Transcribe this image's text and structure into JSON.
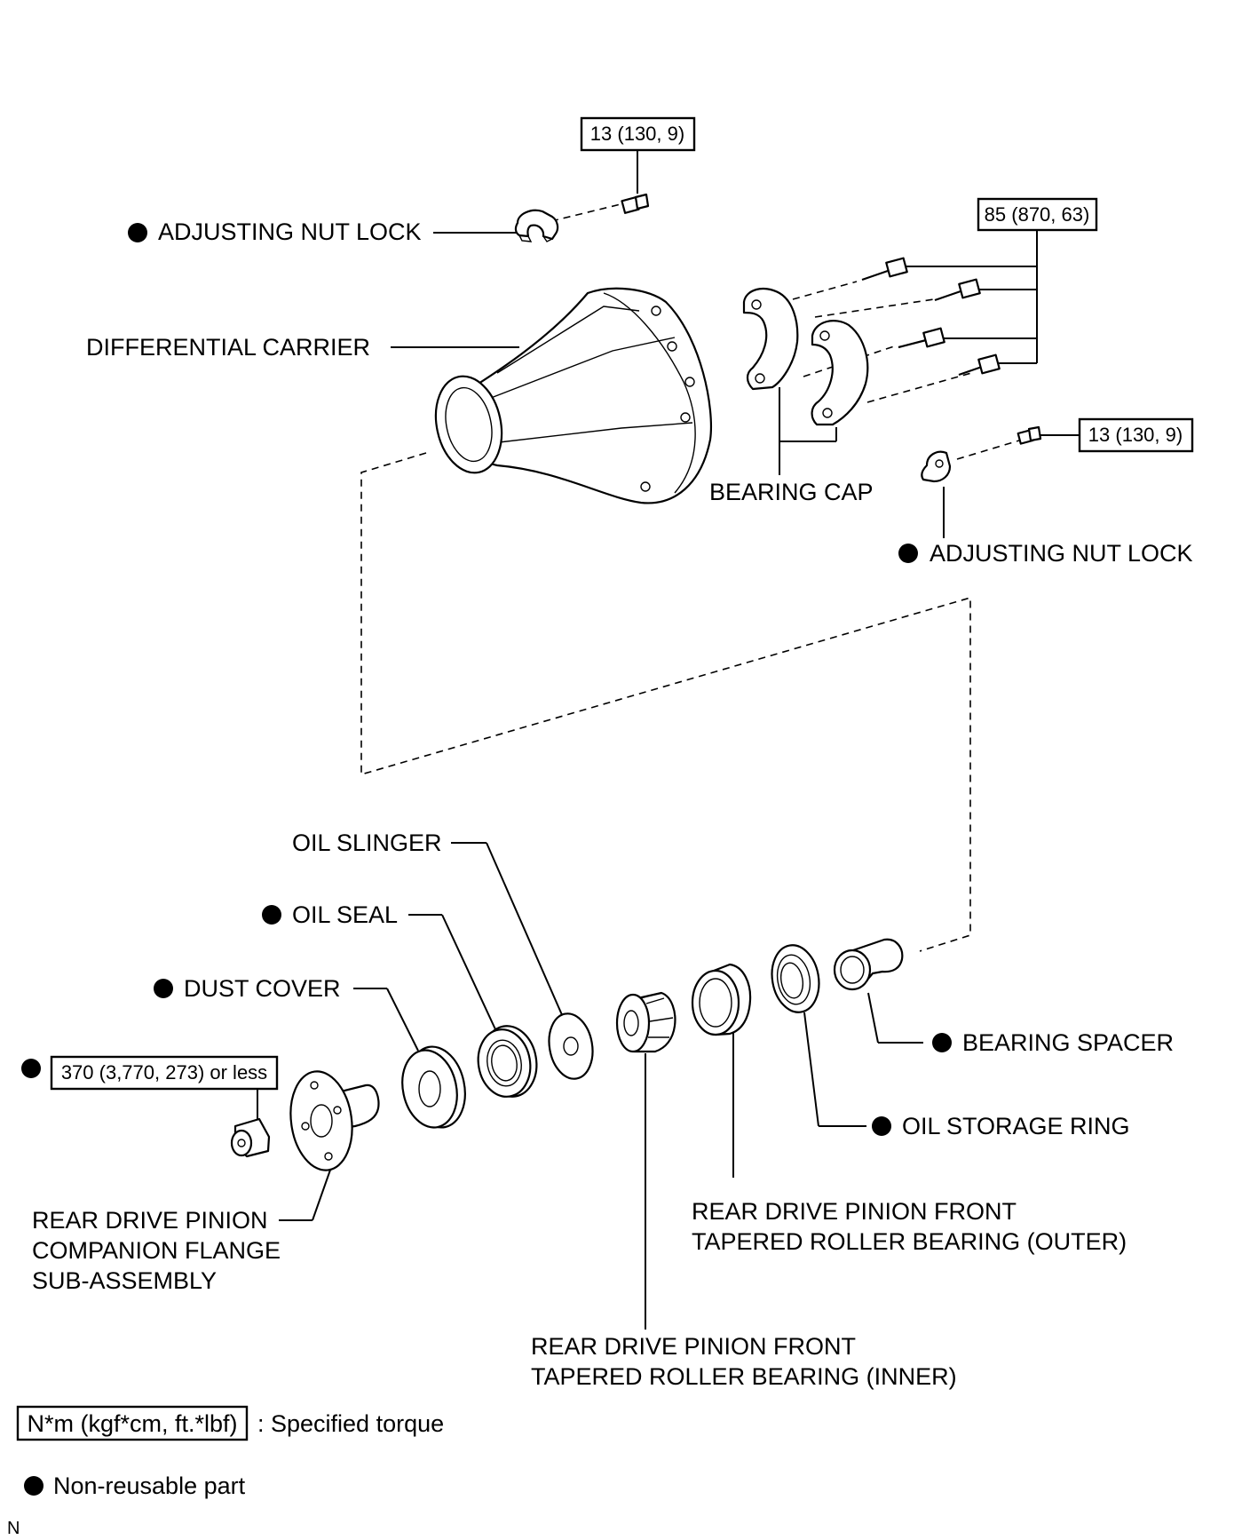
{
  "labels": {
    "adjusting_nut_lock_left": "ADJUSTING NUT LOCK",
    "differential_carrier": "DIFFERENTIAL CARRIER",
    "bearing_cap": "BEARING CAP",
    "adjusting_nut_lock_right": "ADJUSTING NUT LOCK",
    "oil_slinger": "OIL SLINGER",
    "oil_seal": "OIL SEAL",
    "dust_cover": "DUST COVER",
    "bearing_spacer": "BEARING SPACER",
    "oil_storage_ring": "OIL STORAGE RING",
    "companion_flange": [
      "REAR DRIVE PINION",
      "COMPANION FLANGE",
      "SUB-ASSEMBLY"
    ],
    "front_bearing_outer": [
      "REAR DRIVE PINION FRONT",
      "TAPERED ROLLER BEARING (OUTER)"
    ],
    "front_bearing_inner": [
      "REAR DRIVE PINION FRONT",
      "TAPERED ROLLER BEARING (INNER)"
    ]
  },
  "torques": {
    "nut_lock_bolt_left": "13 (130, 9)",
    "bearing_cap_bolts": "85 (870, 63)",
    "nut_lock_bolt_right": "13 (130, 9)",
    "companion_flange_nut": "370 (3,770, 273) or less"
  },
  "legend": {
    "torque_box": "N*m (kgf*cm, ft.*lbf)",
    "torque_text": ": Specified torque",
    "nonreusable_text": "Non-reusable part"
  },
  "corner_code": "N",
  "colors": {
    "ink": "#000000",
    "background": "#ffffff"
  }
}
